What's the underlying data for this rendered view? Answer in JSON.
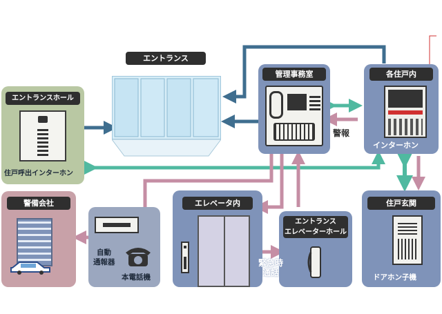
{
  "colors": {
    "navy_arrow": "#3f6e8f",
    "green_arrow": "#50b9a0",
    "pink_arrow": "#c58ea4",
    "panel_blue": "#7f93b9",
    "panel_green": "#b9c8a3",
    "panel_pink": "#c8a1a8",
    "panel_gray": "#9ba7bf"
  },
  "entrance": {
    "title": "エントランス"
  },
  "entrance_hall": {
    "title": "エントランスホール",
    "caption": "住戸呼出インターホン"
  },
  "office": {
    "title": "管理事務室"
  },
  "unit": {
    "title": "各住戸内",
    "caption": "インターホン"
  },
  "security": {
    "title": "警備会社"
  },
  "dialer": {
    "auto_label_1": "自動",
    "auto_label_2": "通報器",
    "phone_label": "本電話機"
  },
  "elevator": {
    "title": "エレベータ内"
  },
  "elevator_hall": {
    "title_line1": "エントランス",
    "title_line2": "エレベーターホール"
  },
  "door": {
    "title": "住戸玄関",
    "caption": "ドアホン子機"
  },
  "arrows": {
    "alarm": "警報",
    "emergency_line1": "緊急時",
    "emergency_line2": "通話"
  }
}
